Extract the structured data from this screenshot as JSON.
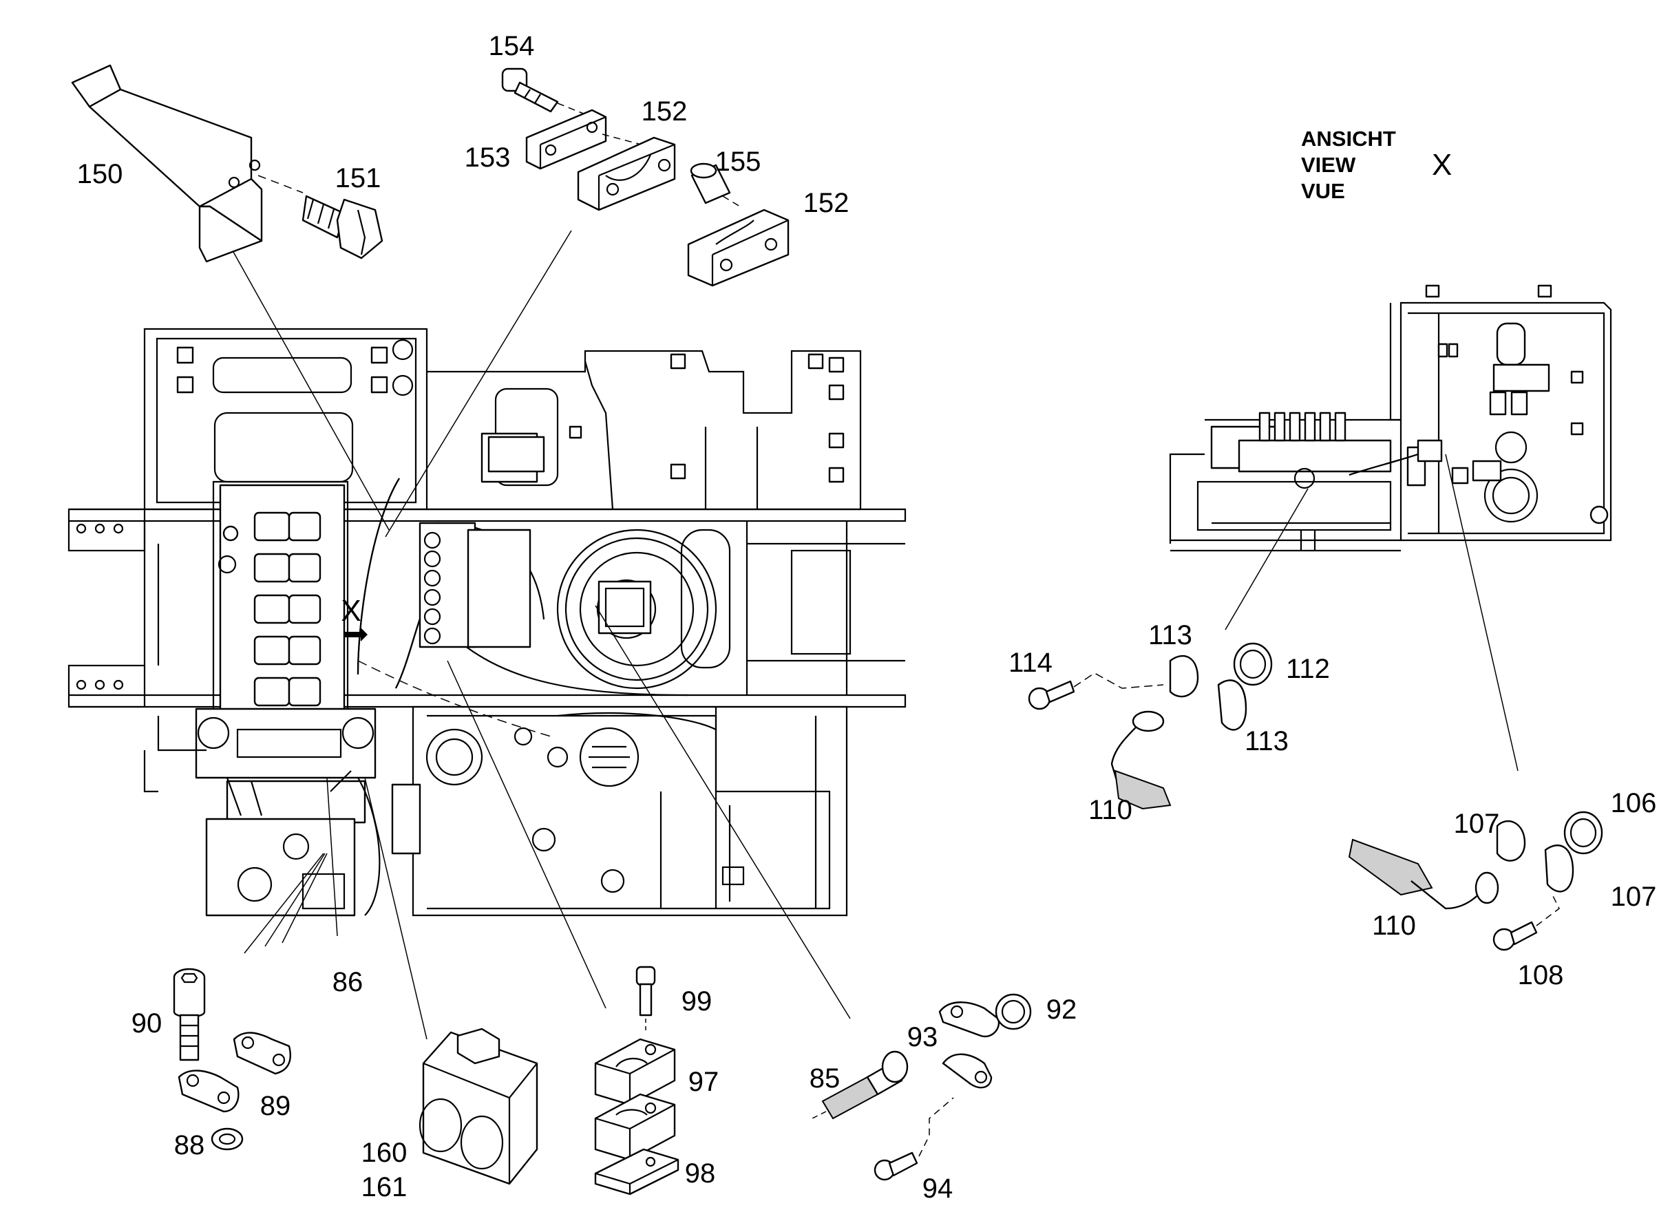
{
  "view_caption": {
    "line1": "ANSICHT",
    "line2": "VIEW",
    "line3": "VUE",
    "marker": "X"
  },
  "machine_marker": "X",
  "callouts": [
    {
      "id": "150",
      "text": "150"
    },
    {
      "id": "151",
      "text": "151"
    },
    {
      "id": "152a",
      "text": "152"
    },
    {
      "id": "152b",
      "text": "152"
    },
    {
      "id": "153",
      "text": "153"
    },
    {
      "id": "154",
      "text": "154"
    },
    {
      "id": "155",
      "text": "155"
    },
    {
      "id": "113a",
      "text": "113"
    },
    {
      "id": "113b",
      "text": "113"
    },
    {
      "id": "112",
      "text": "112"
    },
    {
      "id": "114",
      "text": "114"
    },
    {
      "id": "110a",
      "text": "110"
    },
    {
      "id": "106",
      "text": "106"
    },
    {
      "id": "107a",
      "text": "107"
    },
    {
      "id": "107b",
      "text": "107"
    },
    {
      "id": "110b",
      "text": "110"
    },
    {
      "id": "108",
      "text": "108"
    },
    {
      "id": "86",
      "text": "86"
    },
    {
      "id": "90",
      "text": "90"
    },
    {
      "id": "89",
      "text": "89"
    },
    {
      "id": "88",
      "text": "88"
    },
    {
      "id": "160",
      "text": "160"
    },
    {
      "id": "161",
      "text": "161"
    },
    {
      "id": "99",
      "text": "99"
    },
    {
      "id": "97",
      "text": "97"
    },
    {
      "id": "98",
      "text": "98"
    },
    {
      "id": "85",
      "text": "85"
    },
    {
      "id": "93",
      "text": "93"
    },
    {
      "id": "92",
      "text": "92"
    },
    {
      "id": "94",
      "text": "94"
    }
  ]
}
